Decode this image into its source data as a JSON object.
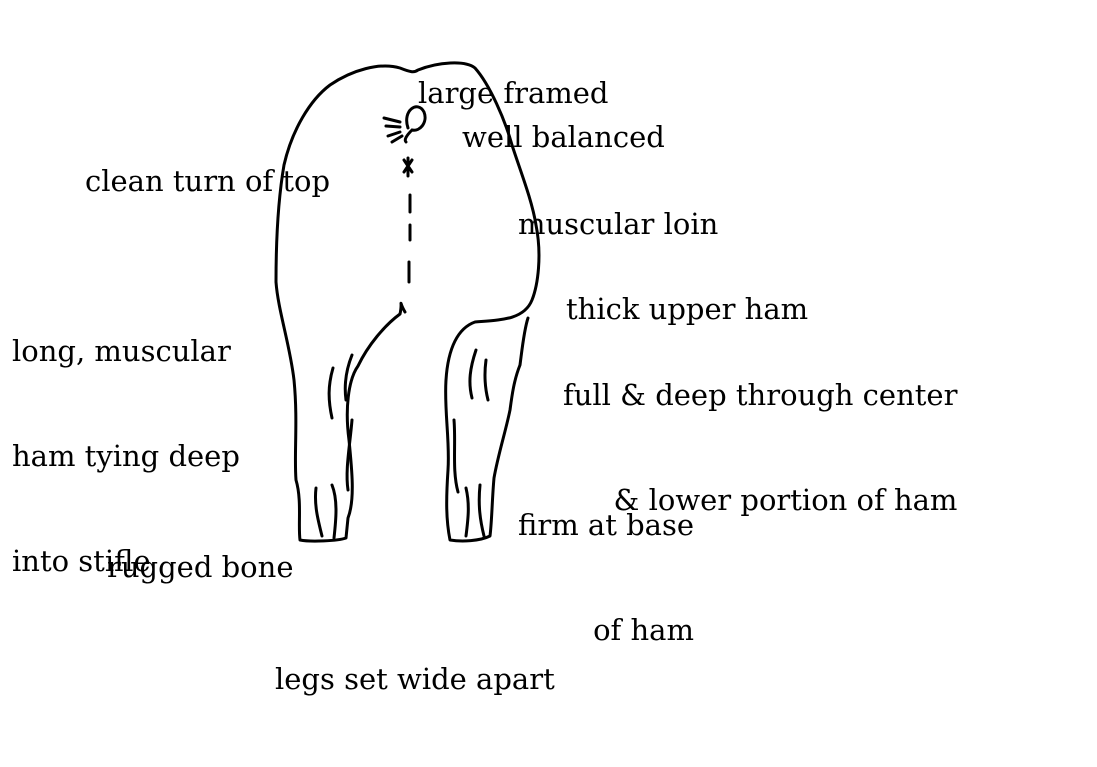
{
  "diagram": {
    "labels": {
      "large_framed": [
        "large framed"
      ],
      "well_balanced": [
        "well balanced"
      ],
      "clean_turn_of_top": [
        "clean turn of top"
      ],
      "muscular_loin": [
        "muscular loin"
      ],
      "thick_upper_ham": [
        "thick upper ham"
      ],
      "long_muscular_ham": [
        "long, muscular",
        "ham tying deep",
        "into stifle"
      ],
      "full_deep_center": [
        "full & deep through center",
        "& lower portion of ham"
      ],
      "firm_at_base": [
        "firm at base",
        "of ham"
      ],
      "rugged_bone": [
        "rugged bone"
      ],
      "legs_set_wide": [
        "legs set wide apart"
      ]
    },
    "illustration": {
      "subject": "pig-rear-view",
      "line_color": "#000000",
      "background_color": "#ffffff"
    }
  }
}
